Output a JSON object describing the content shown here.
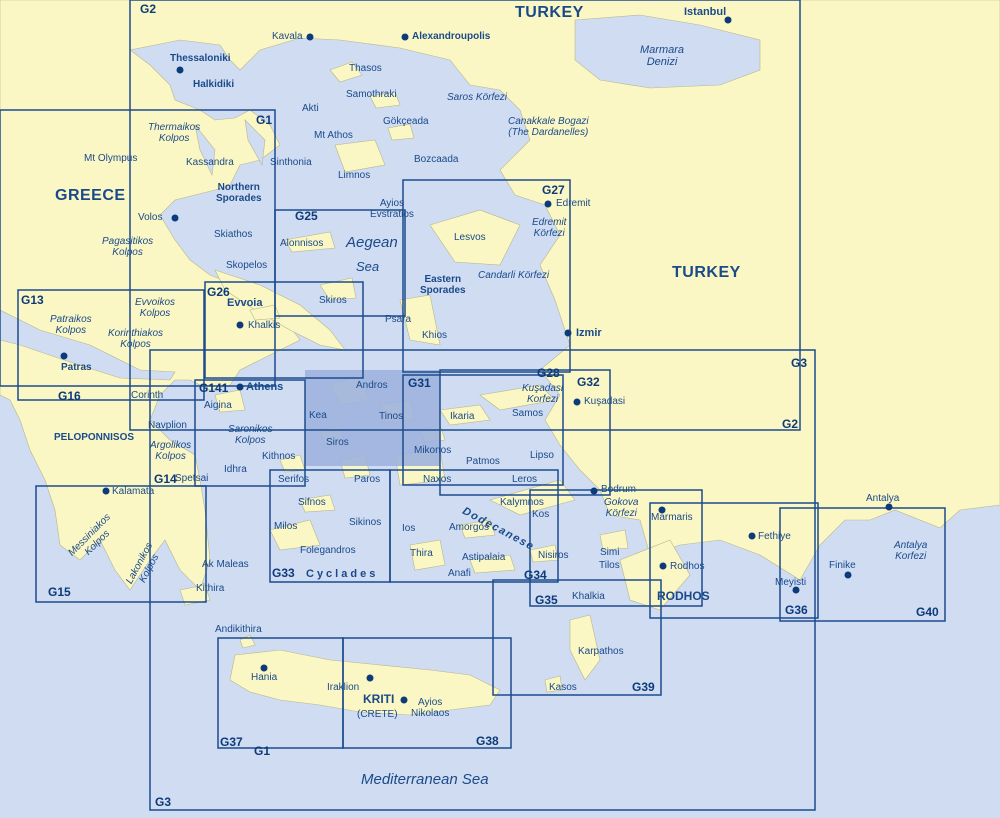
{
  "colors": {
    "sea": "#cfdcf2",
    "land": "#fbf7c4",
    "grid": "#1c4b8c",
    "highlight": "#9db2df",
    "text": "#1a4a8a"
  },
  "labels": {
    "turkey_top": "TURKEY",
    "istanbul": "Istanbul",
    "marmara": "Marmara\nDenizi",
    "kavala": "Kavala",
    "alexandroupolis": "Alexandroupolis",
    "thessaloniki": "Thessaloniki",
    "halkidiki": "Halkidiki",
    "thasos": "Thasos",
    "samothraki": "Samothraki",
    "saros": "Saros Körfezi",
    "akti": "Akti",
    "mt_athos": "Mt Athos",
    "gokceada": "Gökçeada",
    "canakkale": "Canakkale Bogazi\n(The Dardanelles)",
    "thermaikos": "Thermaikos\nKolpos",
    "mt_olympus": "Mt Olympus",
    "kassandra": "Kassandra",
    "sinthonia": "Sinthonia",
    "bozcaada": "Bozcaada",
    "limnos": "Limnos",
    "greece": "GREECE",
    "northern_sporades": "Northern\nSporades",
    "ayios_evstratios": "Ayios\nEvstratios",
    "edremit": "Edremit",
    "edremit_korfezi": "Edremit\nKörfezi",
    "volos": "Volos",
    "skiathos": "Skiathos",
    "alonnisos": "Alonnisos",
    "aegean": "Aegean",
    "sea_word": "Sea",
    "lesvos": "Lesvos",
    "pagasitikos": "Pagasitikos\nKolpos",
    "skopelos": "Skopelos",
    "turkey_mid": "TURKEY",
    "eastern_sporades": "Eastern\nSporades",
    "candarli": "Candarli Körfezi",
    "evvoikos": "Evvoikos\nKolpos",
    "evvoia": "Evvoia",
    "skiros": "Skiros",
    "patraikos": "Patraikos\nKolpos",
    "khalkis": "Khalkis",
    "psara": "Psara",
    "khios": "Khios",
    "izmir": "Izmir",
    "korinthiakos": "Korinthiakos\nKolpos",
    "patras": "Patras",
    "corinth": "Corinth",
    "andros": "Andros",
    "athens": "Athens",
    "aigina": "Aigina",
    "kea": "Kea",
    "tinos": "Tinos",
    "ikaria": "Ikaria",
    "kusadasi_korfezi": "Kuşadasi\nKorfezi",
    "kusadasi": "Kuşadasi",
    "samos": "Samos",
    "peloponnisos": "PELOPONNISOS",
    "navplion": "Navplion",
    "saronikos": "Saronikos\nKolpos",
    "argolikos": "Argolikos\nKolpos",
    "siros": "Siros",
    "mikonos": "Mikonos",
    "lipso": "Lipso",
    "kithnos": "Kithnos",
    "idhra": "Idhra",
    "patmos": "Patmos",
    "spetsai": "Spetsai",
    "serifos": "Serifos",
    "paros": "Paros",
    "naxos": "Naxos",
    "leros": "Leros",
    "kalamata": "Kalamata",
    "bodrum": "Bodrum",
    "antalya": "Antalya",
    "kalymnos": "Kalymnos",
    "kos": "Kos",
    "sifnos": "Sifnos",
    "gokova": "Gokova\nKörfezi",
    "marmaris": "Marmaris",
    "dodecanese": "Dodecanese",
    "messiniakos": "Messiniakos\nKolpos",
    "milos": "Milos",
    "sikinos": "Sikinos",
    "ios": "Ios",
    "amorgos": "Amorgos",
    "fethiye": "Fethiye",
    "antalya_korfezi": "Antalya\nKorfezi",
    "nisiros": "Nisiros",
    "simi": "Simi",
    "tilos": "Tilos",
    "folegandros": "Folegandros",
    "thira": "Thira",
    "astipalaia": "Astipalaia",
    "ak_maleas": "Ak Maleas",
    "lakonikos": "Lakonikos\nKolpos",
    "rodhos_town": "Rodhos",
    "finike": "Finike",
    "cyclades": "Cyclades",
    "anafi": "Anafi",
    "meyisti": "Meyisti",
    "kithira": "Kithira",
    "khalkia": "Khalkia",
    "rodhos_island": "RODHOS",
    "andikithira": "Andikithira",
    "karpathos": "Karpathos",
    "hania": "Hania",
    "iraklion": "Iraklion",
    "kriti": "KRITI",
    "crete": "(CRETE)",
    "ayios_nikolaos": "Ayios\nNikolaos",
    "kasos": "Kasos",
    "mediterranean": "Mediterranean Sea"
  },
  "grid": {
    "G1": "G1",
    "G1_bottom": "G1",
    "G2": "G2",
    "G2_right": "G2",
    "G3": "G3",
    "G3_top": "G3",
    "G13": "G13",
    "G14": "G14",
    "G15": "G15",
    "G16": "G16",
    "G25": "G25",
    "G26": "G26",
    "G27": "G27",
    "G28": "G28",
    "G31": "G31",
    "G32": "G32",
    "G33": "G33",
    "G34": "G34",
    "G35": "G35",
    "G36": "G36",
    "G37": "G37",
    "G38": "G38",
    "G39": "G39",
    "G40": "G40",
    "G141": "G141"
  }
}
